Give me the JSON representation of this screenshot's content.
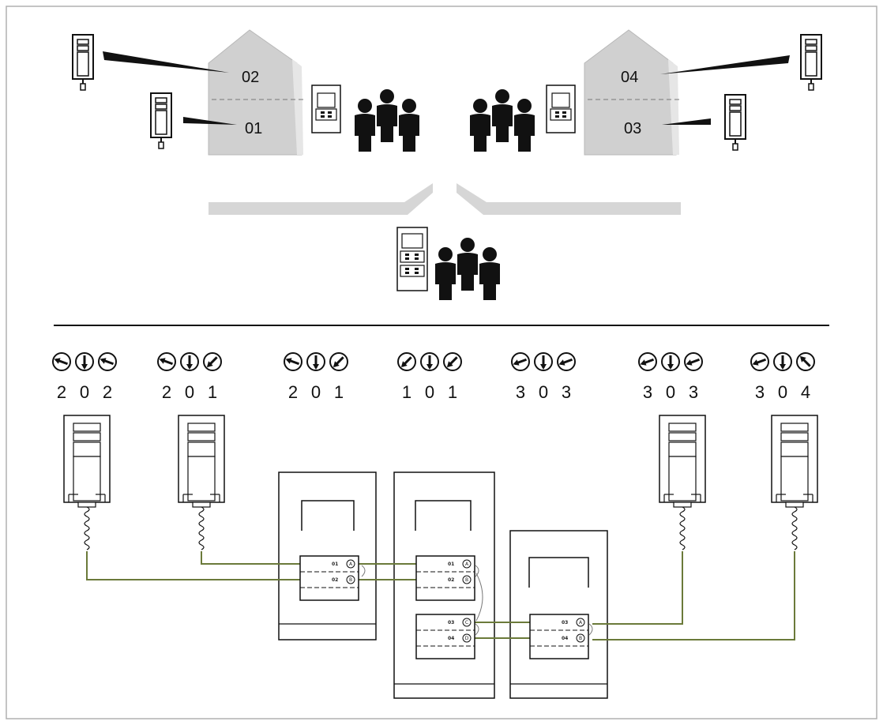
{
  "houses": [
    {
      "id": "left",
      "upper_label": "02",
      "lower_label": "01"
    },
    {
      "id": "right",
      "upper_label": "04",
      "lower_label": "03"
    }
  ],
  "dip_switch_groups": [
    {
      "digits": [
        "2",
        "0",
        "2"
      ],
      "arrows": [
        "left-down",
        "down",
        "left-down"
      ]
    },
    {
      "digits": [
        "2",
        "0",
        "1"
      ],
      "arrows": [
        "left-down",
        "down",
        "down-left-steep"
      ]
    },
    {
      "digits": [
        "2",
        "0",
        "1"
      ],
      "arrows": [
        "left-down",
        "down",
        "down-left-steep"
      ]
    },
    {
      "digits": [
        "1",
        "0",
        "1"
      ],
      "arrows": [
        "down-left-steep",
        "down",
        "down-left-steep"
      ]
    },
    {
      "digits": [
        "3",
        "0",
        "3"
      ],
      "arrows": [
        "left-up",
        "down",
        "left-up"
      ]
    },
    {
      "digits": [
        "3",
        "0",
        "3"
      ],
      "arrows": [
        "left-up",
        "down",
        "left-up"
      ]
    },
    {
      "digits": [
        "3",
        "0",
        "4"
      ],
      "arrows": [
        "left-up",
        "down",
        "up-left-steep"
      ]
    }
  ],
  "button_modules": [
    {
      "rows": [
        {
          "num": "01",
          "letter": "A"
        },
        {
          "num": "02",
          "letter": "B"
        }
      ]
    },
    {
      "rows": [
        {
          "num": "01",
          "letter": "A"
        },
        {
          "num": "02",
          "letter": "B"
        }
      ]
    },
    {
      "rows": [
        {
          "num": "03",
          "letter": "C"
        },
        {
          "num": "04",
          "letter": "D"
        }
      ]
    },
    {
      "rows": [
        {
          "num": "03",
          "letter": "A"
        },
        {
          "num": "04",
          "letter": "B"
        }
      ]
    }
  ],
  "colors": {
    "wire": "#6b7a3a",
    "house_fill": "#d0d0d0",
    "road": "#d6d6d6",
    "ink": "#111111"
  }
}
